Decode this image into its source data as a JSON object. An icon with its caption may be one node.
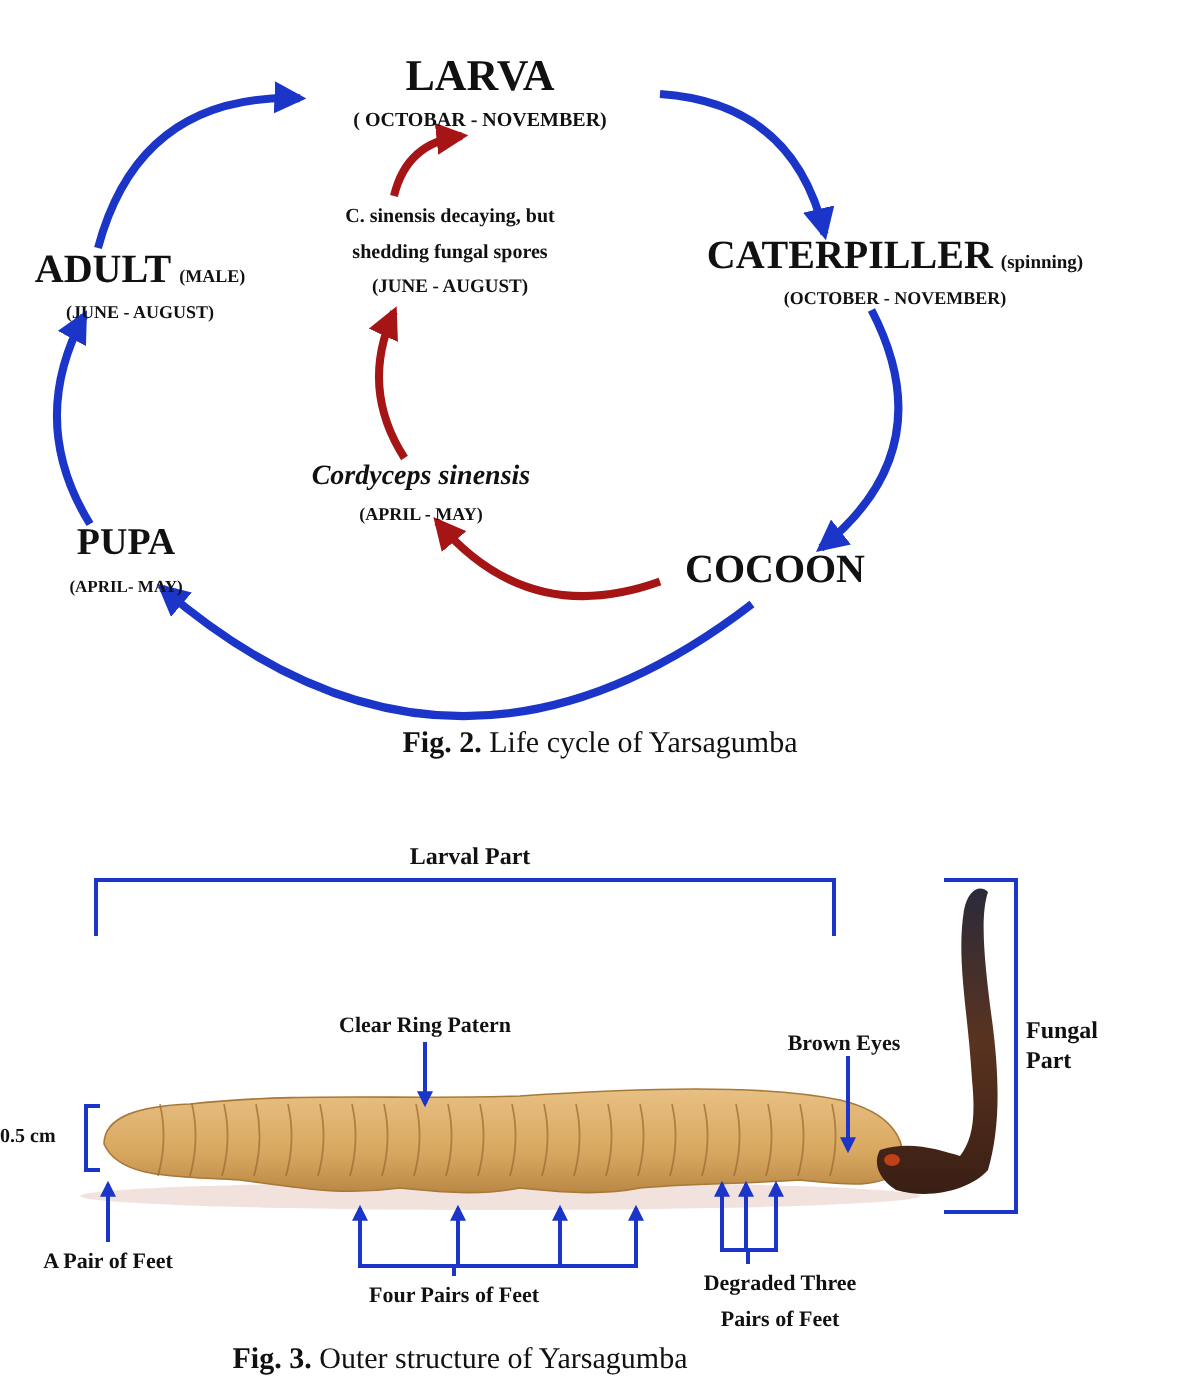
{
  "diagram": {
    "nodes": [
      {
        "text": [
          "LARVA",
          "( OCTOBAR - NOVEMBER)"
        ]
      },
      {
        "text": [
          "ADULT",
          "(MALE)",
          "(JUNE - AUGUST)"
        ]
      },
      {
        "text": [
          "C. sinensis decaying, but shedding fungal spores",
          "(JUNE - AUGUST)"
        ]
      },
      {
        "text": [
          "CATERPILLER",
          "(spinning)",
          "(OCTOBER - NOVEMBER)"
        ]
      },
      {
        "text": [
          "Cordyceps sinensis",
          "(APRIL - MAY)"
        ]
      },
      {
        "text": [
          "PUPA",
          "(APRIL- MAY)"
        ]
      },
      {
        "text": [
          "COCOON"
        ]
      },
      {
        "text": [
          "Clear Ring Patern"
        ]
      },
      {
        "text": [
          "Brown Eyes"
        ]
      },
      {
        "text": [
          "A Pair of Feet"
        ]
      },
      {
        "text": [
          "Four Pairs of Feet"
        ]
      },
      {
        "text": [
          "Degraded Three Pairs of Feet"
        ]
      }
    ],
    "edges": [
      {
        "from": 0,
        "to": 3,
        "arrow": "to",
        "style": "thick"
      },
      {
        "from": 3,
        "to": 6,
        "arrow": "to",
        "style": "thick"
      },
      {
        "from": 6,
        "to": 5,
        "arrow": "to",
        "style": "thick"
      },
      {
        "from": 5,
        "to": 1,
        "arrow": "to",
        "style": "thick"
      },
      {
        "from": 1,
        "to": 0,
        "arrow": "to",
        "style": "thick"
      },
      {
        "from": 6,
        "to": 4,
        "arrow": "to",
        "style": "thick",
        "color": "#a51515"
      },
      {
        "from": 4,
        "to": 2,
        "arrow": "to",
        "style": "thick",
        "color": "#a51515"
      },
      {
        "from": 2,
        "to": 0,
        "arrow": "to",
        "style": "thick",
        "color": "#a51515"
      },
      {
        "from": 7,
        "to": null,
        "arrow": "to"
      },
      {
        "from": 8,
        "to": null,
        "arrow": "to"
      },
      {
        "from": 9,
        "to": null,
        "arrow": "to"
      },
      {
        "from": 10,
        "to": null,
        "arrow": "to"
      },
      {
        "from": 10,
        "to": null,
        "arrow": "to"
      },
      {
        "from": 10,
        "to": null,
        "arrow": "to"
      },
      {
        "from": 10,
        "to": null,
        "arrow": "to"
      },
      {
        "from": 11,
        "to": null,
        "arrow": "to"
      },
      {
        "from": 11,
        "to": null,
        "arrow": "to"
      },
      {
        "from": 11,
        "to": null,
        "arrow": "to"
      }
    ],
    "labels": [
      "**Fig. 2.** Life cycle of Yarsagumba",
      "Larval Part",
      "0.5 cm",
      "Fungal Part",
      "**Fig. 3.** Outer structure of Yarsagumba"
    ]
  }
}
